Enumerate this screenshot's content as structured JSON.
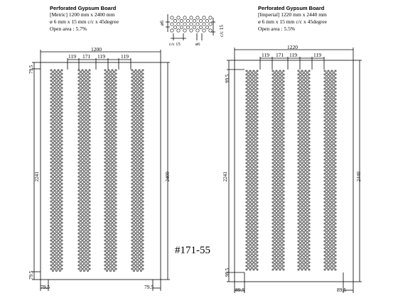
{
  "drawing_code": "#171-55",
  "pattern_detail": {
    "hole_label": "ø6",
    "cc_label": "c/c 15"
  },
  "boards": [
    {
      "id": "metric",
      "title": "Perforated Gypsum Board",
      "size_line": "[Metric]  1200 mm x 2400 mm",
      "hole_line": "ø 6 mm x 15 mm c/c x 45degree",
      "open_area_line": "Open area :  5.7%",
      "dims": {
        "overall_width": "1200",
        "overall_height": "2400",
        "strip_height": "2241",
        "strip_width_1": "119",
        "strip_gap": "171",
        "strip_width_2": "119",
        "strip_width_3": "119",
        "top_margin": "79.5",
        "bottom_margin": "79.5",
        "left_margin": "79.5",
        "right_margin": "79.5"
      }
    },
    {
      "id": "imperial",
      "title": "Perforated Gypsum Board",
      "size_line": "[Imperial]  1220 mm x 2440 mm",
      "hole_line": "ø 6 mm x 15 mm c/c x 45degree",
      "open_area_line": "Open area :  5.5%",
      "dims": {
        "overall_width": "1220",
        "overall_height": "2440",
        "strip_height": "2241",
        "strip_width_1": "119",
        "strip_gap": "171",
        "strip_width_2": "119",
        "strip_width_3": "119",
        "top_margin": "99.5",
        "bottom_margin": "99.5",
        "left_margin": "89.5",
        "right_margin": "89.5"
      }
    }
  ]
}
